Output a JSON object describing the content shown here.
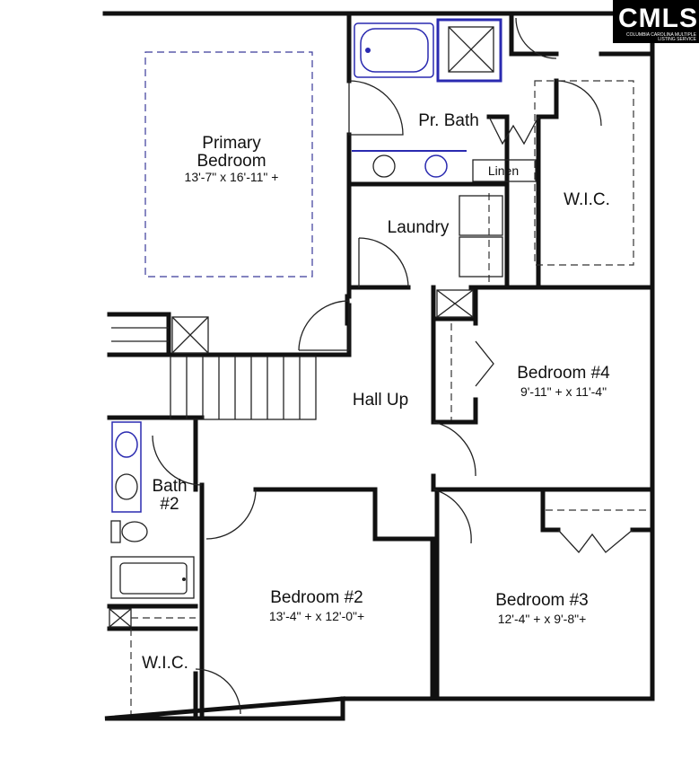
{
  "logo": {
    "text": "CMLS",
    "subtext": "COLUMBIA CAROLINA MULTIPLE LISTING SERVICE"
  },
  "rooms": {
    "primary_bedroom": {
      "name_line1": "Primary",
      "name_line2": "Bedroom",
      "dims": "13'-7\" x 16'-11\" +"
    },
    "primary_bath": {
      "name": "Pr. Bath"
    },
    "linen": {
      "name": "Linen"
    },
    "primary_wic": {
      "name": "W.I.C."
    },
    "laundry": {
      "name": "Laundry"
    },
    "hall": {
      "name": "Hall Up"
    },
    "bedroom4": {
      "name": "Bedroom #4",
      "dims": "9'-11\" + x 11'-4\""
    },
    "bath2": {
      "name_line1": "Bath",
      "name_line2": "#2"
    },
    "bedroom2": {
      "name": "Bedroom #2",
      "dims": "13'-4\" + x 12'-0\"+"
    },
    "bedroom3": {
      "name": "Bedroom #3",
      "dims": "12'-4\" + x 9'-8\"+"
    },
    "wic2": {
      "name": "W.I.C."
    }
  },
  "colors": {
    "walls": "#111111",
    "fixtures_accent": "#2a2ab0"
  }
}
